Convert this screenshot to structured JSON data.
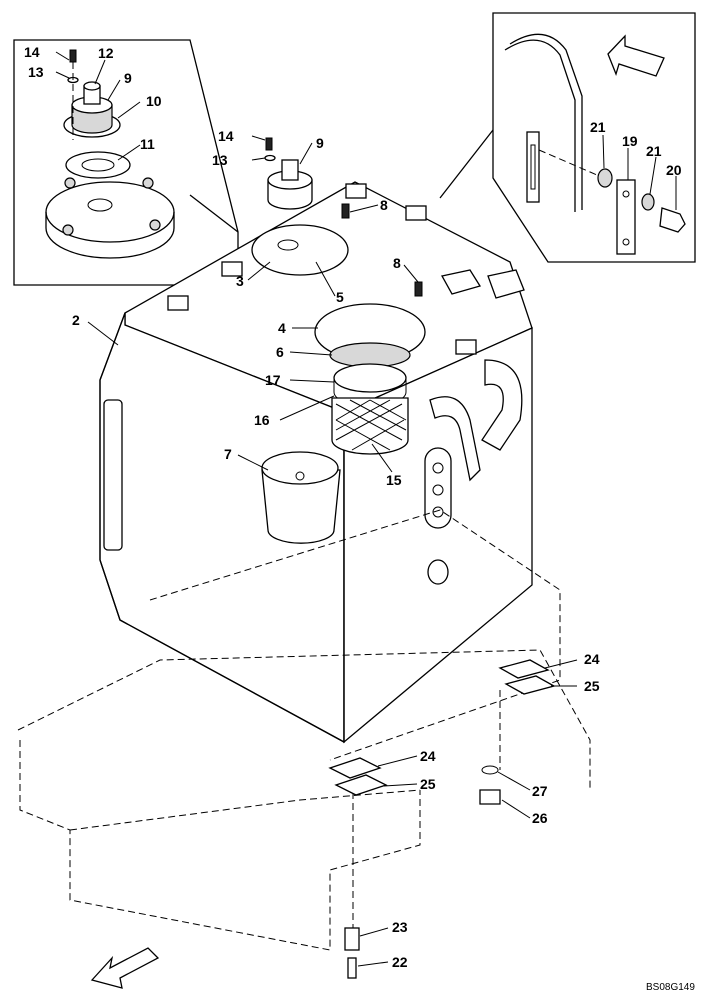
{
  "diagram": {
    "code": "BS08G149",
    "labels": [
      "2",
      "3",
      "4",
      "5",
      "6",
      "7",
      "8",
      "8",
      "9",
      "9",
      "10",
      "11",
      "12",
      "13",
      "13",
      "14",
      "14",
      "15",
      "16",
      "17",
      "19",
      "20",
      "21",
      "21",
      "22",
      "23",
      "24",
      "24",
      "25",
      "25",
      "26",
      "27"
    ]
  }
}
